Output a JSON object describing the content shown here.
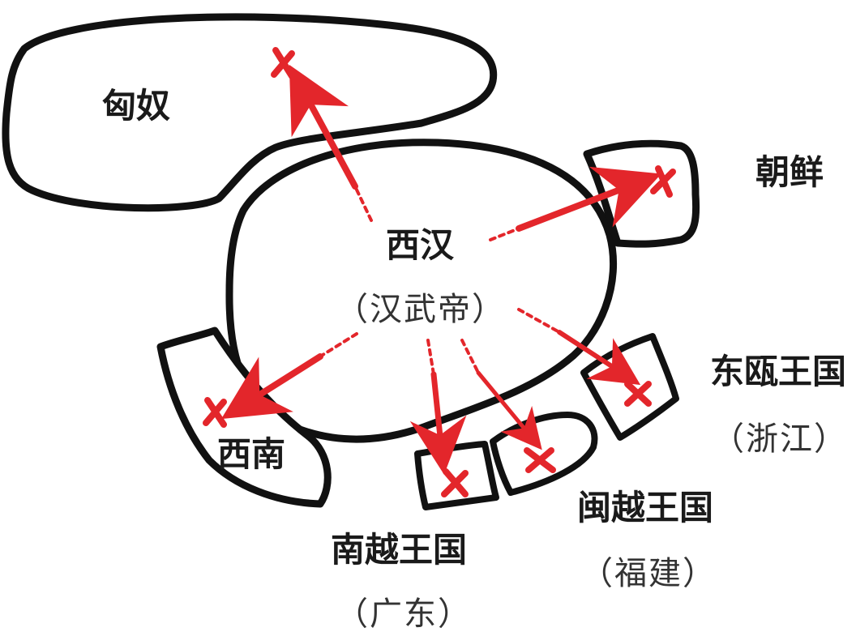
{
  "colors": {
    "outline": "#111111",
    "arrow": "#e3262b",
    "fill": "#ffffff"
  },
  "labels": {
    "xiongnu": "匈奴",
    "xihan": "西汉",
    "xihan_sub": "（汉武帝）",
    "chaoxian": "朝鲜",
    "dongou": "东瓯王国",
    "dongou_sub": "（浙江）",
    "xinan": "西南",
    "nanyue": "南越王国",
    "nanyue_sub": "（广东）",
    "minyue": "闽越王国",
    "minyue_sub": "（福建）"
  }
}
